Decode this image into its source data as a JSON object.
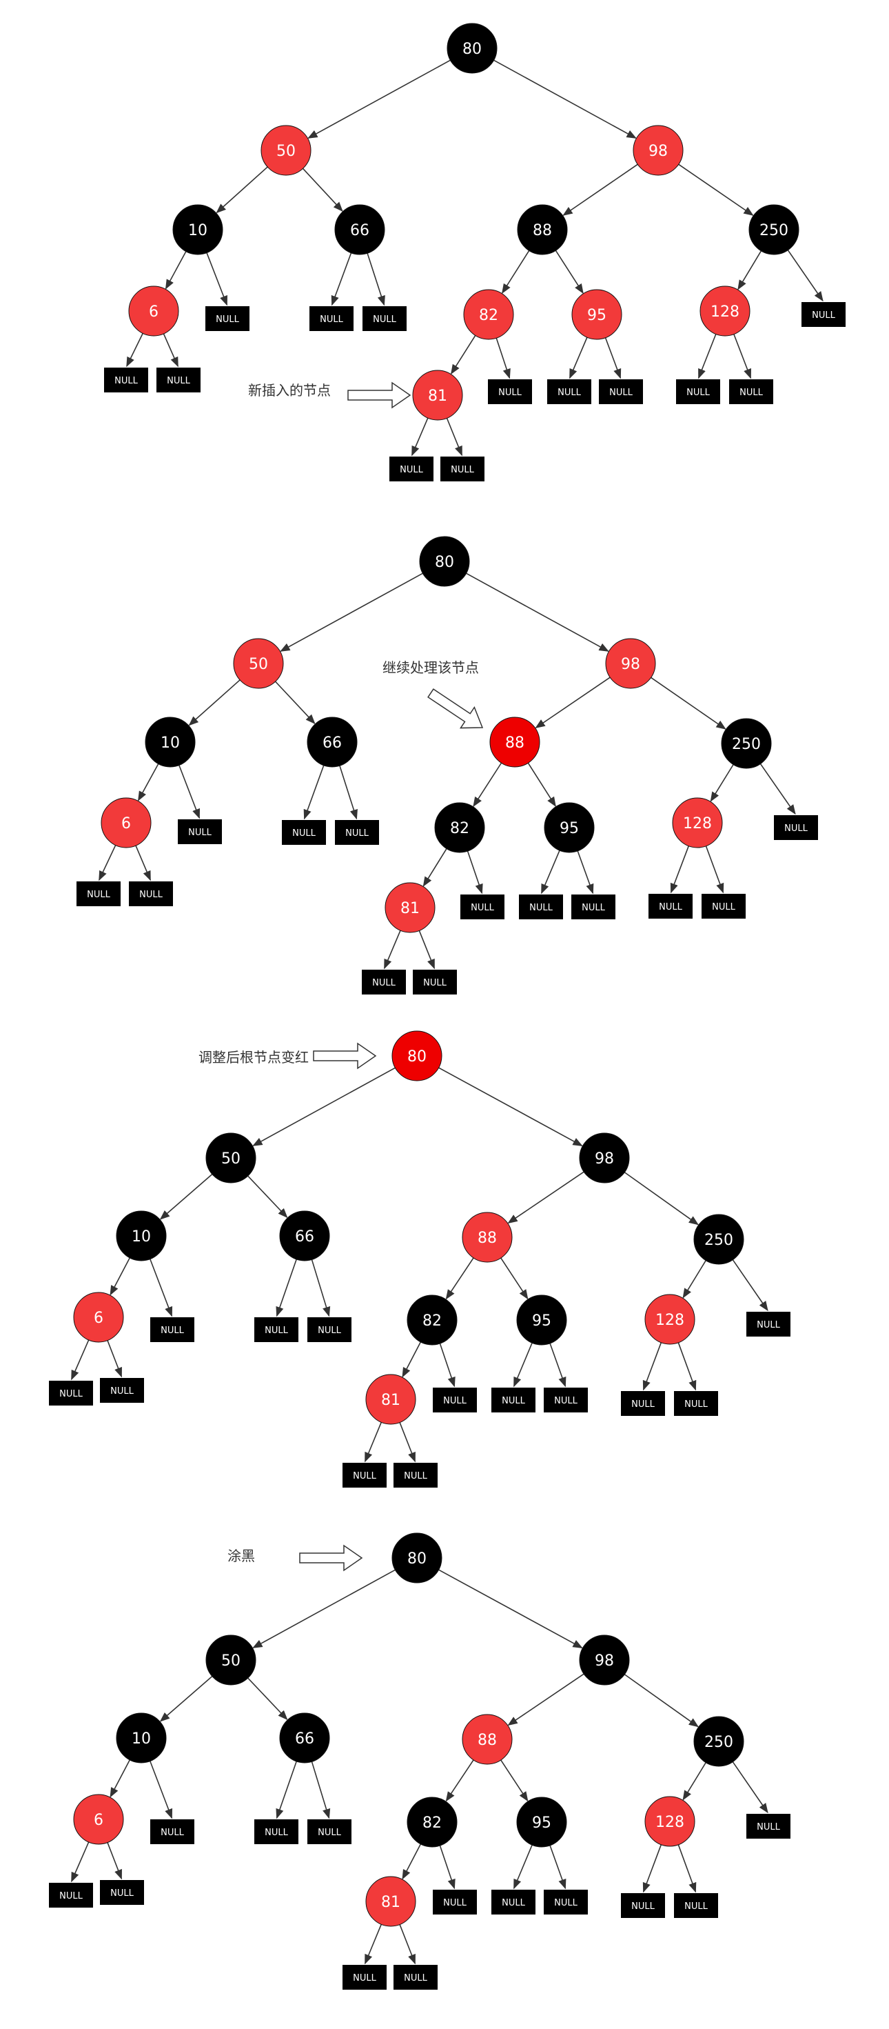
{
  "colors": {
    "black_node": "#000000",
    "red_node": "#f23a3a",
    "bright_red_node": "#ee0000",
    "null_box": "#000000",
    "edge": "#333333",
    "arrow_outline": "#333333"
  },
  "null_label": "NULL",
  "trees": [
    {
      "nodes": [
        {
          "id": "80",
          "label": "80",
          "color": "black"
        },
        {
          "id": "50",
          "label": "50",
          "color": "red"
        },
        {
          "id": "98",
          "label": "98",
          "color": "red"
        },
        {
          "id": "10",
          "label": "10",
          "color": "black"
        },
        {
          "id": "66",
          "label": "66",
          "color": "black"
        },
        {
          "id": "88",
          "label": "88",
          "color": "black"
        },
        {
          "id": "250",
          "label": "250",
          "color": "black"
        },
        {
          "id": "6",
          "label": "6",
          "color": "red"
        },
        {
          "id": "82",
          "label": "82",
          "color": "red"
        },
        {
          "id": "95",
          "label": "95",
          "color": "red"
        },
        {
          "id": "128",
          "label": "128",
          "color": "red"
        },
        {
          "id": "81",
          "label": "81",
          "color": "red"
        }
      ],
      "annotation": "新插入的节点"
    },
    {
      "nodes": [
        {
          "id": "80",
          "label": "80",
          "color": "black"
        },
        {
          "id": "50",
          "label": "50",
          "color": "red"
        },
        {
          "id": "98",
          "label": "98",
          "color": "red"
        },
        {
          "id": "10",
          "label": "10",
          "color": "black"
        },
        {
          "id": "66",
          "label": "66",
          "color": "black"
        },
        {
          "id": "88",
          "label": "88",
          "color": "bright_red"
        },
        {
          "id": "250",
          "label": "250",
          "color": "black"
        },
        {
          "id": "6",
          "label": "6",
          "color": "red"
        },
        {
          "id": "82",
          "label": "82",
          "color": "black"
        },
        {
          "id": "95",
          "label": "95",
          "color": "black"
        },
        {
          "id": "128",
          "label": "128",
          "color": "red"
        },
        {
          "id": "81",
          "label": "81",
          "color": "red"
        }
      ],
      "annotation": "继续处理该节点"
    },
    {
      "nodes": [
        {
          "id": "80",
          "label": "80",
          "color": "bright_red"
        },
        {
          "id": "50",
          "label": "50",
          "color": "black"
        },
        {
          "id": "98",
          "label": "98",
          "color": "black"
        },
        {
          "id": "10",
          "label": "10",
          "color": "black"
        },
        {
          "id": "66",
          "label": "66",
          "color": "black"
        },
        {
          "id": "88",
          "label": "88",
          "color": "red"
        },
        {
          "id": "250",
          "label": "250",
          "color": "black"
        },
        {
          "id": "6",
          "label": "6",
          "color": "red"
        },
        {
          "id": "82",
          "label": "82",
          "color": "black"
        },
        {
          "id": "95",
          "label": "95",
          "color": "black"
        },
        {
          "id": "128",
          "label": "128",
          "color": "red"
        },
        {
          "id": "81",
          "label": "81",
          "color": "red"
        }
      ],
      "annotation": "调整后根节点变红"
    },
    {
      "nodes": [
        {
          "id": "80",
          "label": "80",
          "color": "black"
        },
        {
          "id": "50",
          "label": "50",
          "color": "black"
        },
        {
          "id": "98",
          "label": "98",
          "color": "black"
        },
        {
          "id": "10",
          "label": "10",
          "color": "black"
        },
        {
          "id": "66",
          "label": "66",
          "color": "black"
        },
        {
          "id": "88",
          "label": "88",
          "color": "red"
        },
        {
          "id": "250",
          "label": "250",
          "color": "black"
        },
        {
          "id": "6",
          "label": "6",
          "color": "red"
        },
        {
          "id": "82",
          "label": "82",
          "color": "black"
        },
        {
          "id": "95",
          "label": "95",
          "color": "black"
        },
        {
          "id": "128",
          "label": "128",
          "color": "red"
        },
        {
          "id": "81",
          "label": "81",
          "color": "red"
        }
      ],
      "annotation": "涂黑"
    }
  ]
}
